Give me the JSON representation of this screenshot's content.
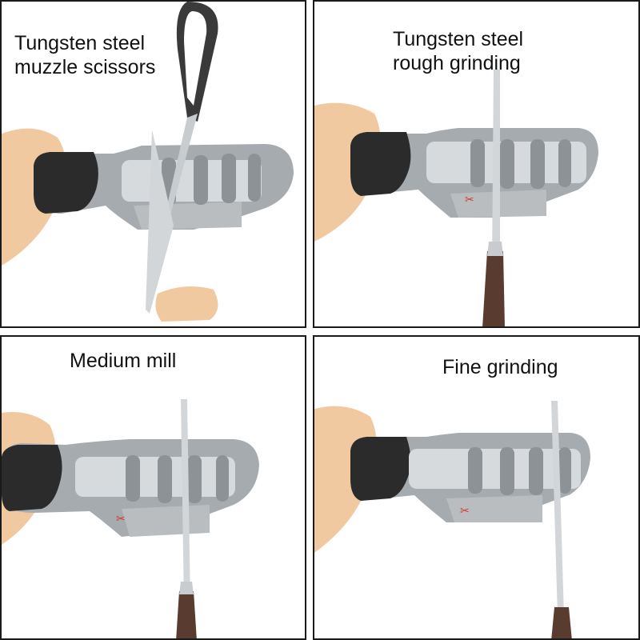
{
  "panels": [
    {
      "caption": [
        "Tungsten steel",
        "muzzle scissors"
      ],
      "tool": "scissors"
    },
    {
      "caption": [
        "Tungsten steel",
        "rough grinding"
      ],
      "tool": "knife"
    },
    {
      "caption": [
        "Medium mill"
      ],
      "tool": "knife"
    },
    {
      "caption": [
        "Fine grinding"
      ],
      "tool": "knife"
    }
  ],
  "colors": {
    "skin": "#f0c9a0",
    "handle_grip": "#2b2b2b",
    "body_gray": "#a6abb0",
    "steel": "#c8ccce",
    "slot_icon_red": "#d9342b",
    "knife_handle": "#5a3b2f"
  }
}
